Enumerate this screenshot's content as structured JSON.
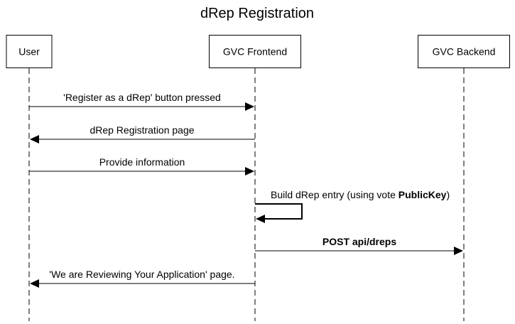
{
  "diagram": {
    "title": "dRep Registration",
    "participants": [
      {
        "id": "user",
        "label": "User"
      },
      {
        "id": "frontend",
        "label": "GVC Frontend"
      },
      {
        "id": "backend",
        "label": "GVC Backend"
      }
    ],
    "messages": [
      {
        "from": "user",
        "to": "frontend",
        "label_parts": [
          {
            "text": "'Register as a dRep' button pressed",
            "bold": false
          }
        ]
      },
      {
        "from": "frontend",
        "to": "user",
        "label_parts": [
          {
            "text": "dRep Registration page",
            "bold": false
          }
        ]
      },
      {
        "from": "user",
        "to": "frontend",
        "label_parts": [
          {
            "text": "Provide information",
            "bold": false
          }
        ]
      },
      {
        "from": "frontend",
        "to": "frontend",
        "self": true,
        "label_parts": [
          {
            "text": "Build dRep entry (using vote ",
            "bold": false
          },
          {
            "text": "PublicKey",
            "bold": true
          },
          {
            "text": ")",
            "bold": false
          }
        ]
      },
      {
        "from": "frontend",
        "to": "backend",
        "label_parts": [
          {
            "text": "POST api/dreps",
            "bold": true
          }
        ]
      },
      {
        "from": "frontend",
        "to": "user",
        "label_parts": [
          {
            "text": "'We are Reviewing Your Application' page.",
            "bold": false
          }
        ]
      }
    ]
  }
}
